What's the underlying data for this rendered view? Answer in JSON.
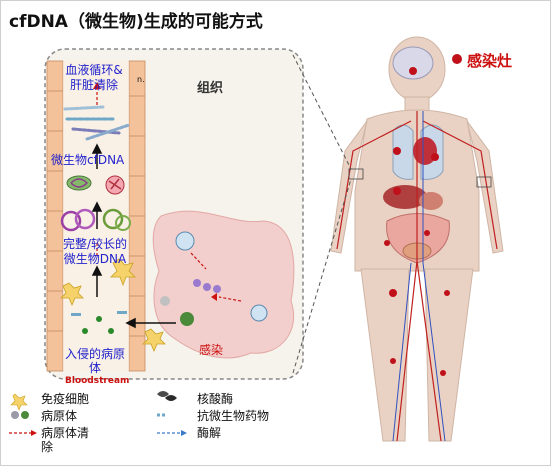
{
  "title": "cfDNA（微生物)生成的可能方式",
  "tissue_label": "组织",
  "infection_site_label": "感染灶",
  "labels": {
    "blood_clearance_1": "血液循环&",
    "blood_clearance_2": "肝脏清除",
    "microbial_cfdna": "微生物cfDNA",
    "intact_dna_1": "完整/较长的",
    "intact_dna_2": "微生物DNA",
    "infection": "感染",
    "invading_1": "入侵的病原",
    "invading_2": "体",
    "bloodstream": "Bloodstream",
    "n_marker": "n."
  },
  "legend": {
    "immune_cell": "免疫细胞",
    "pathogen": "病原体",
    "pathogen_clearance_1": "病原体清",
    "pathogen_clearance_2": "除",
    "nuclease": "核酸酶",
    "antimicrobial": "抗微生物药物",
    "enzymolysis": "酶解"
  },
  "colors": {
    "title": "#111111",
    "blue_labels": "#2222cc",
    "red_labels": "#cc1111",
    "infection_dot": "#c0101a",
    "vessel_wall": "#f3c29a",
    "tissue": "#f2cfcc"
  }
}
